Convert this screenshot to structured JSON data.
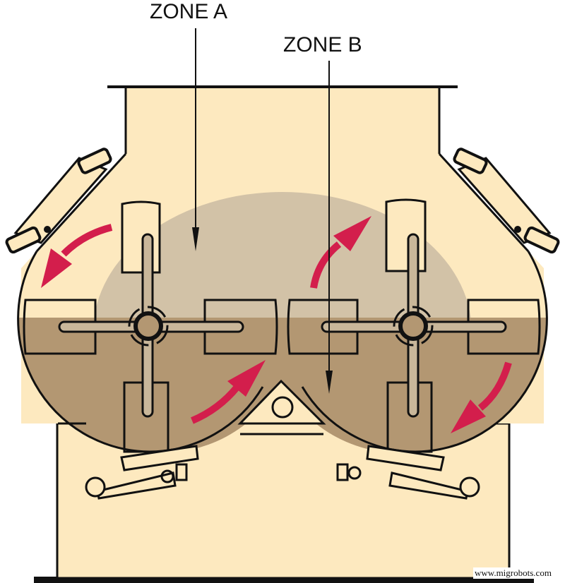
{
  "figure": {
    "type": "paddle-mixer-cross-section",
    "labels": {
      "zone_a": "ZONE A",
      "zone_b": "ZONE B"
    },
    "watermark": "www.migrobots.com"
  },
  "colors": {
    "housing_fill": "#fde9bf",
    "fluidized_zone": "#d2c2a7",
    "material_bed": "#b39772",
    "flow_arrow": "#d31e4c",
    "outline": "#111111",
    "background": "#ffffff"
  },
  "components": {
    "shafts": 2,
    "paddles_per_shaft": 4,
    "flow_arrows": 4,
    "side_clamps": 2,
    "bottom_discharge_levers": 2
  }
}
